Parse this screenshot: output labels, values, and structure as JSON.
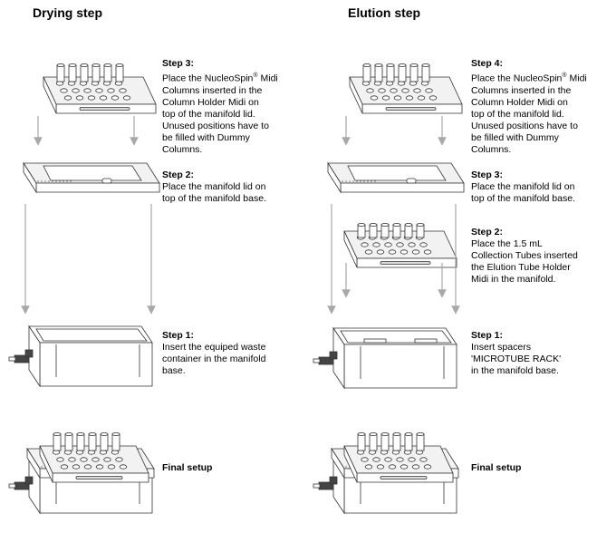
{
  "columns": [
    {
      "title": "Drying step",
      "steps": [
        {
          "heading": "Step 3:",
          "text_pre": "Place the NucleoSpin",
          "reg": "®",
          "text_post": " Midi\nColumns inserted in the\nColumn Holder Midi on\ntop of the manifold lid.\nUnused positions have to\nbe filled with Dummy\nColumns."
        },
        {
          "heading": "Step 2:",
          "text_pre": "Place the manifold lid on\ntop of the manifold base.",
          "reg": "",
          "text_post": ""
        },
        {
          "heading": "Step 1:",
          "text_pre": "Insert the equiped waste\ncontainer in the manifold\nbase.",
          "reg": "",
          "text_post": ""
        }
      ],
      "final": "Final setup"
    },
    {
      "title": "Elution step",
      "steps": [
        {
          "heading": "Step 4:",
          "text_pre": "Place the NucleoSpin",
          "reg": "®",
          "text_post": " Midi\nColumns inserted in the\nColumn Holder Midi on\ntop of the manifold lid.\nUnused positions have to\nbe filled with Dummy\nColumns."
        },
        {
          "heading": "Step 3:",
          "text_pre": "Place the manifold lid on\ntop of the manifold base.",
          "reg": "",
          "text_post": ""
        },
        {
          "heading": "Step 2:",
          "text_pre": "Place the 1.5 mL\nCollection Tubes inserted\nthe Elution Tube Holder\nMidi in the manifold.",
          "reg": "",
          "text_post": ""
        },
        {
          "heading": "Step 1:",
          "text_pre": "Insert spacers\n'MICROTUBE RACK'\nin the manifold base.",
          "reg": "",
          "text_post": ""
        }
      ],
      "final": "Final setup"
    }
  ],
  "colors": {
    "line": "#333333",
    "arrow": "#a8a8a8",
    "fill_light": "#f2f2f2",
    "fill_mid": "#dcdcdc",
    "valve": "#444444"
  }
}
